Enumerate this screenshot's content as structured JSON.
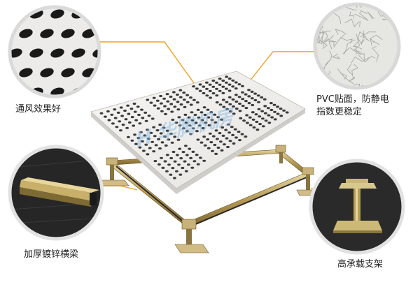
{
  "captions": {
    "ventilation": "通风效果好",
    "pvc_line1": "PVC贴面，防静电",
    "pvc_line2": "指数更稳定",
    "beam": "加厚镀锌横梁",
    "support": "高承载支架"
  },
  "watermark": "H 华腾机房",
  "colors": {
    "panel": "#f1f0ee",
    "panel_edge": "#d4d2ce",
    "hole": "#3a3a3c",
    "frame": "#bda774",
    "callout_line": "#f0a020"
  }
}
